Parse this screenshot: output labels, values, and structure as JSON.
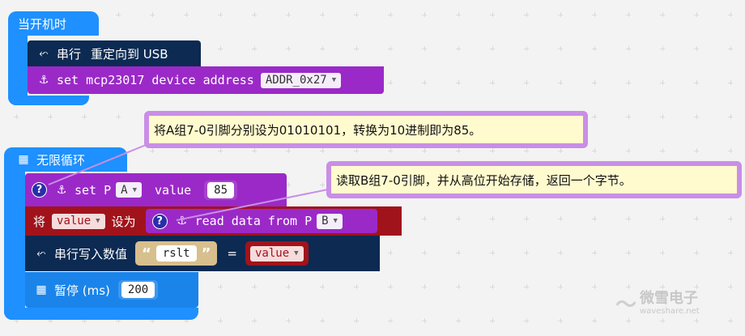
{
  "start_block": {
    "label": "当开机时",
    "serial_label": "串行",
    "redirect_label": "重定向到 USB",
    "mcp_label": "set mcp23017 device address",
    "mcp_address": "ADDR_0x27"
  },
  "forever_block": {
    "label": "无限循环",
    "setp_label": "set P",
    "setp_port": "A",
    "setp_value_label": "value",
    "setp_value": "85",
    "var_prefix": "将",
    "var_name": "value",
    "var_suffix": "设为",
    "read_label": "read data from P",
    "read_port": "B",
    "serial_write_label": "串行写入数值",
    "string_value": "rslt",
    "equals": "=",
    "serial_var": "value",
    "pause_label": "暂停 (ms)",
    "pause_value": "200"
  },
  "comments": {
    "comment1": "将A组7-0引脚分别设为01010101，转换为10进制即为85。",
    "comment2": "读取B组7-0引脚，并从高位开始存储，返回一个字节。"
  },
  "watermark": {
    "brand": "微雪电子",
    "site": "waveshare.net"
  },
  "colors": {
    "basic": "#1e90ff",
    "serial": "#0c2a52",
    "mcp": "#9b29c8",
    "variable": "#a1131b",
    "text": "#d7c08d",
    "comment_bg": "#fffbcf",
    "comment_border": "#c98ee6"
  }
}
